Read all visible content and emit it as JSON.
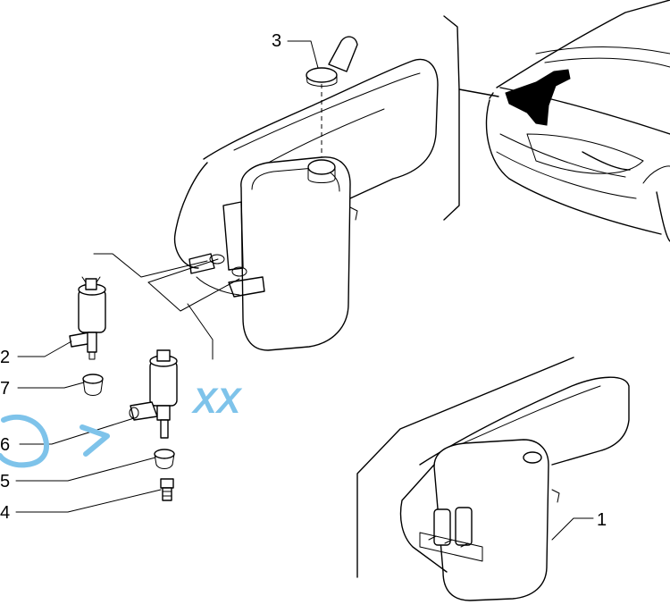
{
  "diagram": {
    "callouts": [
      {
        "id": "1",
        "text": "1"
      },
      {
        "id": "2",
        "text": "2"
      },
      {
        "id": "3",
        "text": "3"
      },
      {
        "id": "4",
        "text": "4"
      },
      {
        "id": "5",
        "text": "5"
      },
      {
        "id": "6",
        "text": "6"
      },
      {
        "id": "7",
        "text": "7"
      }
    ],
    "highlighted_callout": "6",
    "annotation": {
      "text": "XX",
      "color": "#7ec3ea"
    }
  }
}
